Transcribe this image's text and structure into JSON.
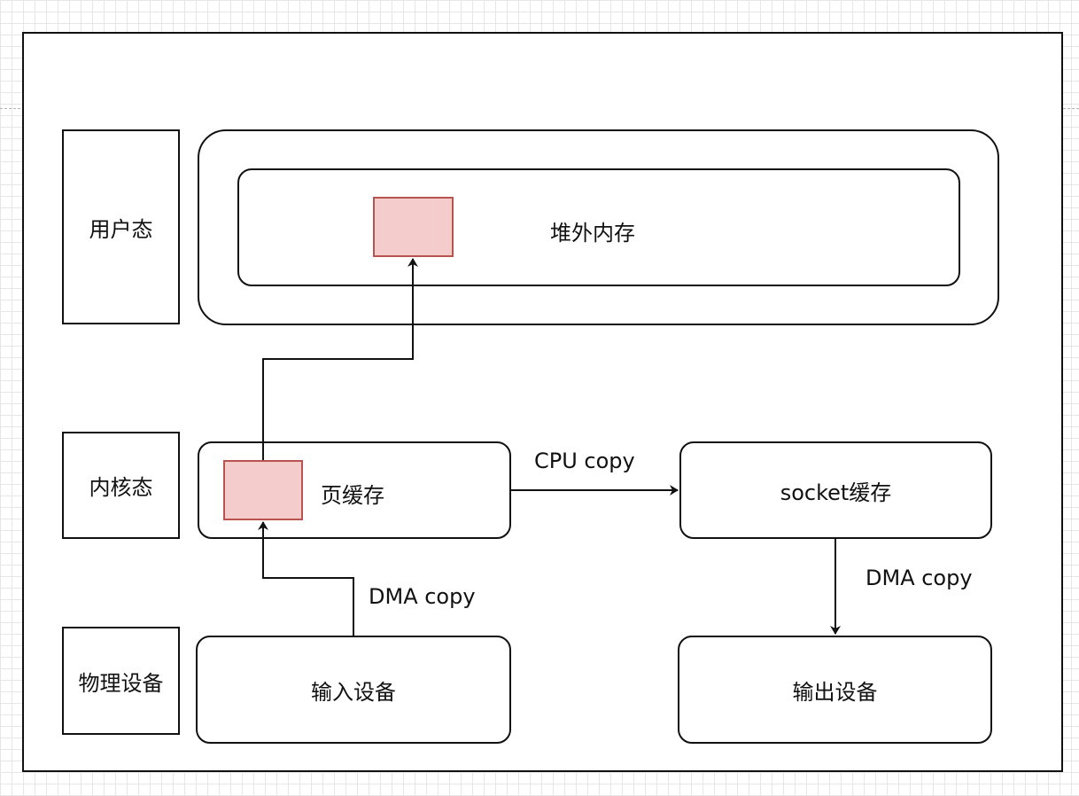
{
  "labels": {
    "user_mode": "用户态",
    "kernel_mode": "内核态",
    "physical_device": "物理设备"
  },
  "nodes": {
    "off_heap_memory": "堆外内存",
    "page_cache": "页缓存",
    "socket_cache": "socket缓存",
    "input_device": "输入设备",
    "output_device": "输出设备"
  },
  "edges": {
    "cpu_copy": "CPU copy",
    "dma_copy_in": "DMA copy",
    "dma_copy_out": "DMA copy"
  },
  "colors": {
    "buffer_fill": "#f4cccc",
    "buffer_stroke": "#b85450",
    "line": "#111111"
  }
}
